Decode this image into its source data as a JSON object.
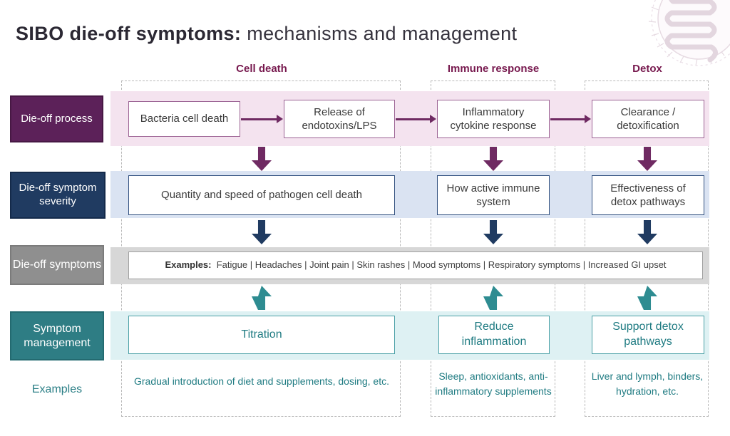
{
  "title": {
    "bold": "SIBO die-off symptoms:",
    "regular": " mechanisms and management"
  },
  "columns": [
    {
      "header": "Cell death"
    },
    {
      "header": "Immune response"
    },
    {
      "header": "Detox"
    }
  ],
  "rows": {
    "process": {
      "label": "Die-off process",
      "boxes": [
        "Bacteria cell death",
        "Release of endotoxins/LPS",
        "Inflammatory cytokine response",
        "Clearance / detoxification"
      ]
    },
    "severity": {
      "label": "Die-off symptom severity",
      "boxes": [
        "Quantity and speed of pathogen cell death",
        "How active immune system",
        "Effectiveness of detox pathways"
      ]
    },
    "symptoms": {
      "label": "Die-off symptoms",
      "examples_prefix": "Examples:",
      "examples_list": "Fatigue | Headaches | Joint pain | Skin rashes | Mood symptoms | Respiratory symptoms | Increased GI upset"
    },
    "management": {
      "label": "Symptom management",
      "boxes": [
        "Titration",
        "Reduce inflammation",
        "Support detox pathways"
      ]
    },
    "examples": {
      "label": "Examples",
      "items": [
        "Gradual introduction of diet and supplements, dosing, etc.",
        "Sleep, antioxidants, anti-inflammatory supplements",
        "Liver and lymph, binders, hydration, etc."
      ]
    }
  },
  "colors": {
    "process_accent": "#5c2159",
    "severity_accent": "#203b61",
    "symptoms_accent": "#8f8f8f",
    "management_accent": "#2e7d84",
    "header_accent": "#77194e",
    "teal_text": "#1f7b82"
  }
}
